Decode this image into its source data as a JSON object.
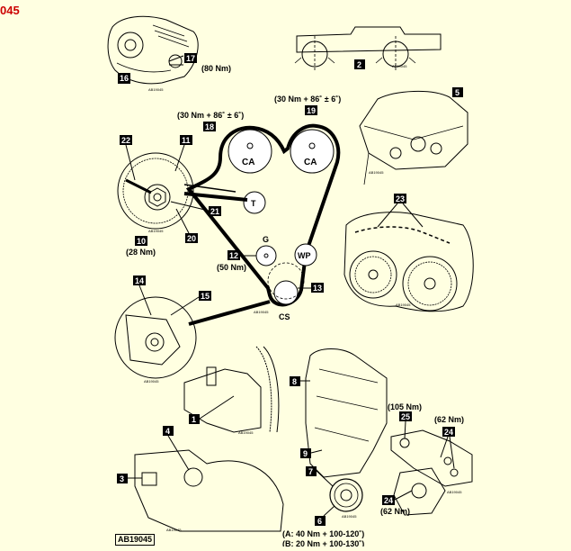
{
  "page": {
    "corner_code": "045",
    "footer_reference": "AB19045"
  },
  "figure_refs": {
    "panel_ref": "AB19045"
  },
  "labels": {
    "l1": "1",
    "l2": "2",
    "l3": "3",
    "l4": "4",
    "l5": "5",
    "l6": "6",
    "l7": "7",
    "l8": "8",
    "l9": "9",
    "l10": "10",
    "l11": "11",
    "l12": "12",
    "l13": "13",
    "l14": "14",
    "l15": "15",
    "l16": "16",
    "l17": "17",
    "l18": "18",
    "l19": "19",
    "l20": "20",
    "l21": "21",
    "l22": "22",
    "l23": "23",
    "l24a": "24",
    "l24b": "24",
    "l25": "25"
  },
  "pulleys": {
    "ca_left": "CA",
    "ca_right": "CA",
    "tensioner": "T",
    "idler": "G",
    "water_pump": "WP",
    "crank": "CS"
  },
  "torques": {
    "t17": "(80 Nm)",
    "t18": "(30 Nm + 86˚ ± 6˚)",
    "t19": "(30 Nm + 86˚ ± 6˚)",
    "t10": "(28 Nm)",
    "t12": "(50 Nm)",
    "t25": "(105 Nm)",
    "t24_top": "(62 Nm)",
    "t24_bottom": "(62 Nm)",
    "t6_a": "(A: 40 Nm + 100-120˚)",
    "t6_b": "(B: 20 Nm + 100-130˚)"
  }
}
